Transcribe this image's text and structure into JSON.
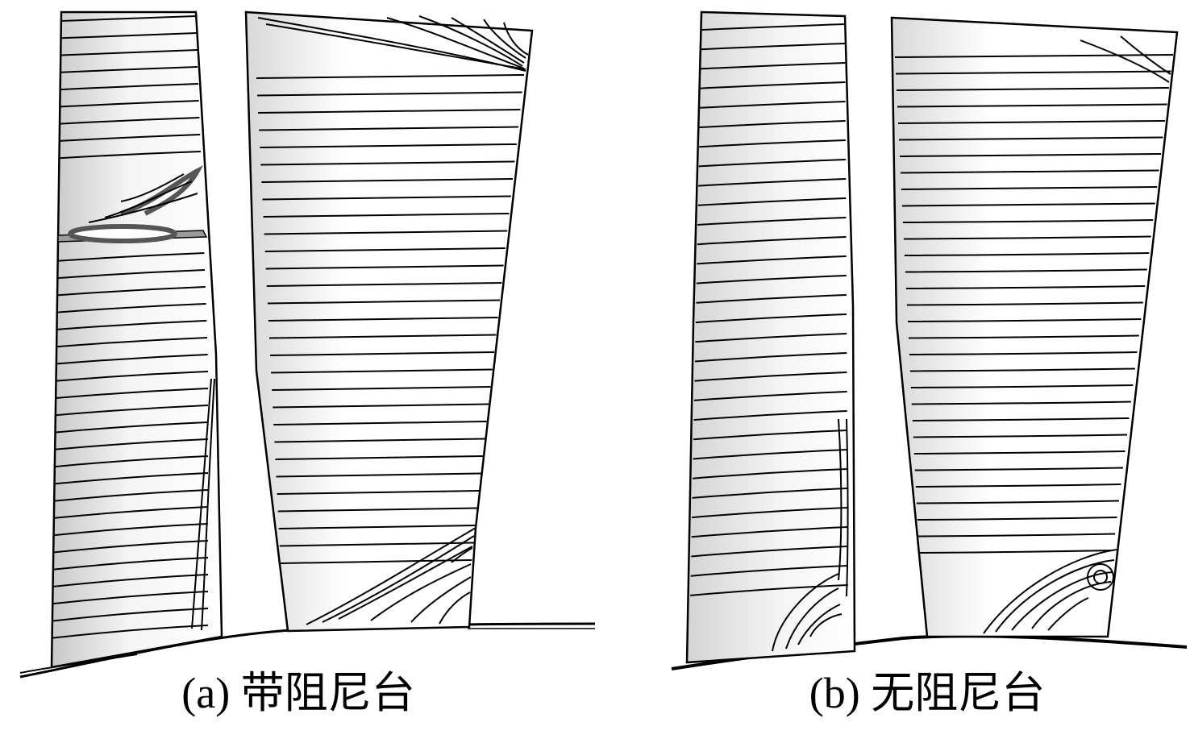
{
  "panels": [
    {
      "id": "a",
      "caption": "(a) 带阻尼台",
      "has_damper": true
    },
    {
      "id": "b",
      "caption": "(b) 无阻尼台",
      "has_damper": false
    }
  ],
  "colors": {
    "line": "#000000",
    "blade_light": "#ffffff",
    "blade_shade": "#cfcfcf",
    "background": "#ffffff"
  }
}
